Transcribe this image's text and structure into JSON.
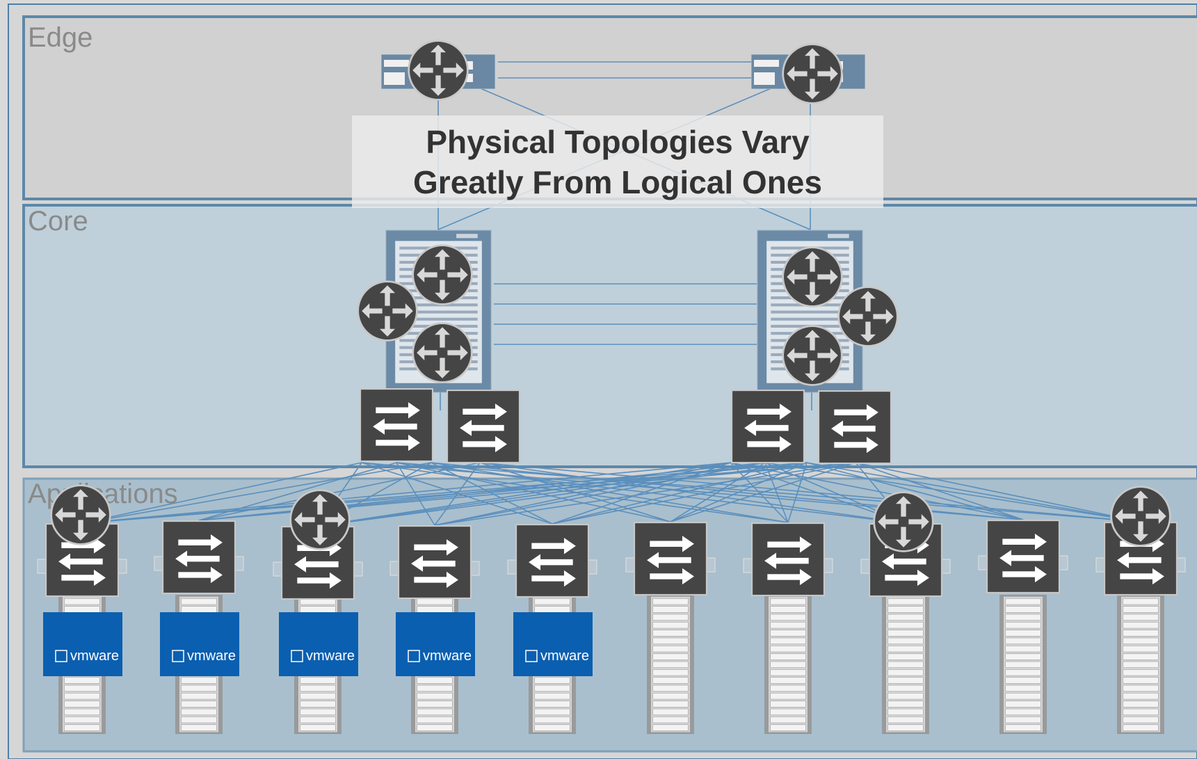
{
  "zones": {
    "edge": "Edge",
    "core": "Core",
    "applications": "Applications"
  },
  "title": {
    "line1": "Physical Topologies Vary",
    "line2": "Greatly From Logical Ones"
  },
  "vmware_label": "vmware",
  "colors": {
    "edge_fill": "#d1d1d1",
    "core_fill": "#bdcfd9",
    "apps_fill": "#a9bfcd",
    "zone_border": "#5d88a8",
    "link": "#5b8fbd",
    "device_dark": "#444444",
    "vmware_blue": "#0b5fb0"
  },
  "icons": [
    "router-icon",
    "switch-icon",
    "server-rack-icon",
    "vmware-logo"
  ],
  "racks": [
    {
      "router": true,
      "vmware": true
    },
    {
      "router": false,
      "vmware": true
    },
    {
      "router": true,
      "vmware": true
    },
    {
      "router": false,
      "vmware": true
    },
    {
      "router": false,
      "vmware": true
    },
    {
      "router": false,
      "vmware": false
    },
    {
      "router": false,
      "vmware": false
    },
    {
      "router": true,
      "vmware": false
    },
    {
      "router": false,
      "vmware": false
    },
    {
      "router": true,
      "vmware": false
    }
  ]
}
